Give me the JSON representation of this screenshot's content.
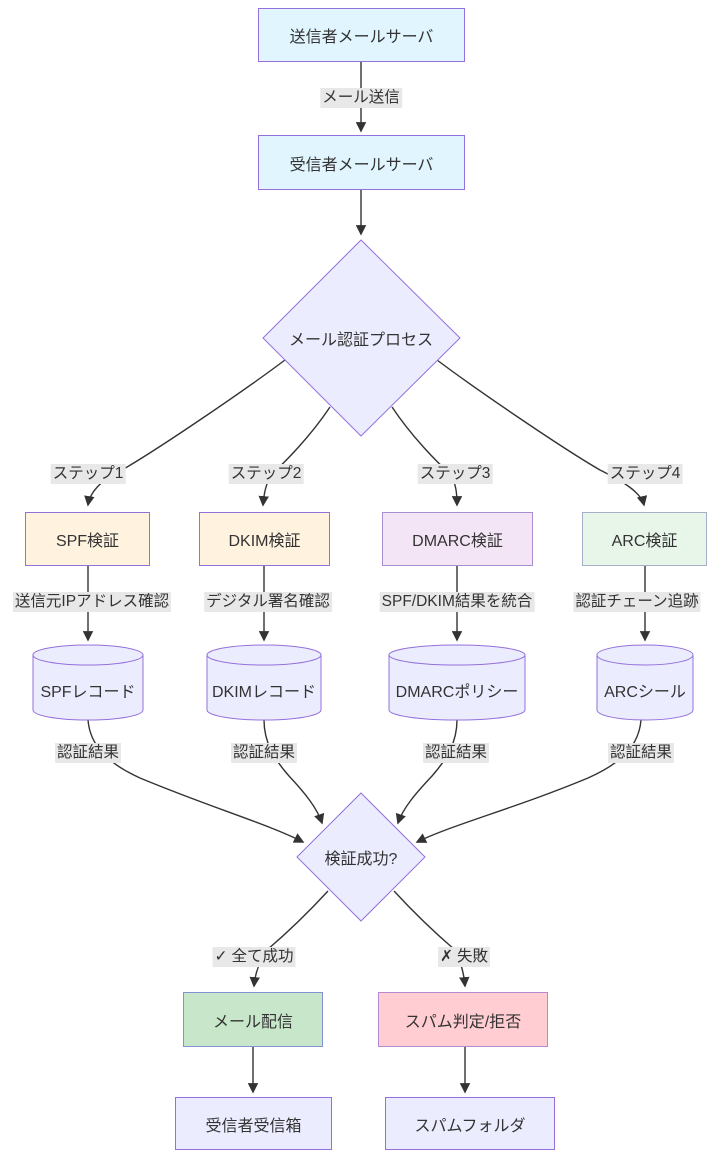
{
  "nodes": {
    "sender": {
      "label": "送信者メールサーバ"
    },
    "receiver": {
      "label": "受信者メールサーバ"
    },
    "auth_process": {
      "label": "メール認証プロセス"
    },
    "spf_check": {
      "label": "SPF検証"
    },
    "dkim_check": {
      "label": "DKIM検証"
    },
    "dmarc_check": {
      "label": "DMARC検証"
    },
    "arc_check": {
      "label": "ARC検証"
    },
    "spf_record": {
      "label": "SPFレコード"
    },
    "dkim_record": {
      "label": "DKIMレコード"
    },
    "dmarc_policy": {
      "label": "DMARCポリシー"
    },
    "arc_seal": {
      "label": "ARCシール"
    },
    "verify": {
      "label": "検証成功?"
    },
    "delivery": {
      "label": "メール配信"
    },
    "spam_reject": {
      "label": "スパム判定/拒否"
    },
    "inbox": {
      "label": "受信者受信箱"
    },
    "spam_folder": {
      "label": "スパムフォルダ"
    }
  },
  "edge_labels": {
    "send_mail": {
      "label": "メール送信"
    },
    "step1": {
      "label": "ステップ1"
    },
    "step2": {
      "label": "ステップ2"
    },
    "step3": {
      "label": "ステップ3"
    },
    "step4": {
      "label": "ステップ4"
    },
    "spf_desc": {
      "label": "送信元IPアドレス確認"
    },
    "dkim_desc": {
      "label": "デジタル署名確認"
    },
    "dmarc_desc": {
      "label": "SPF/DKIM結果を統合"
    },
    "arc_desc": {
      "label": "認証チェーン追跡"
    },
    "result1": {
      "label": "認証結果"
    },
    "result2": {
      "label": "認証結果"
    },
    "result3": {
      "label": "認証結果"
    },
    "result4": {
      "label": "認証結果"
    },
    "success": {
      "icon": "✓",
      "label": "全て成功"
    },
    "fail": {
      "icon": "✗",
      "label": "失敗"
    }
  },
  "colors": {
    "server_fill": "#e1f5fe",
    "process_fill": "#ececff",
    "spf_dkim_fill": "#fff3e0",
    "dmarc_fill": "#f3e5f5",
    "arc_fill": "#e8f5e9",
    "delivery_fill": "#c8e6c9",
    "spam_fill": "#ffcdd2",
    "record_fill": "#ececff",
    "node_stroke": "#9370db",
    "edge_stroke": "#333333",
    "edge_label_bg": "#e8e8e8",
    "text": "#333333"
  }
}
